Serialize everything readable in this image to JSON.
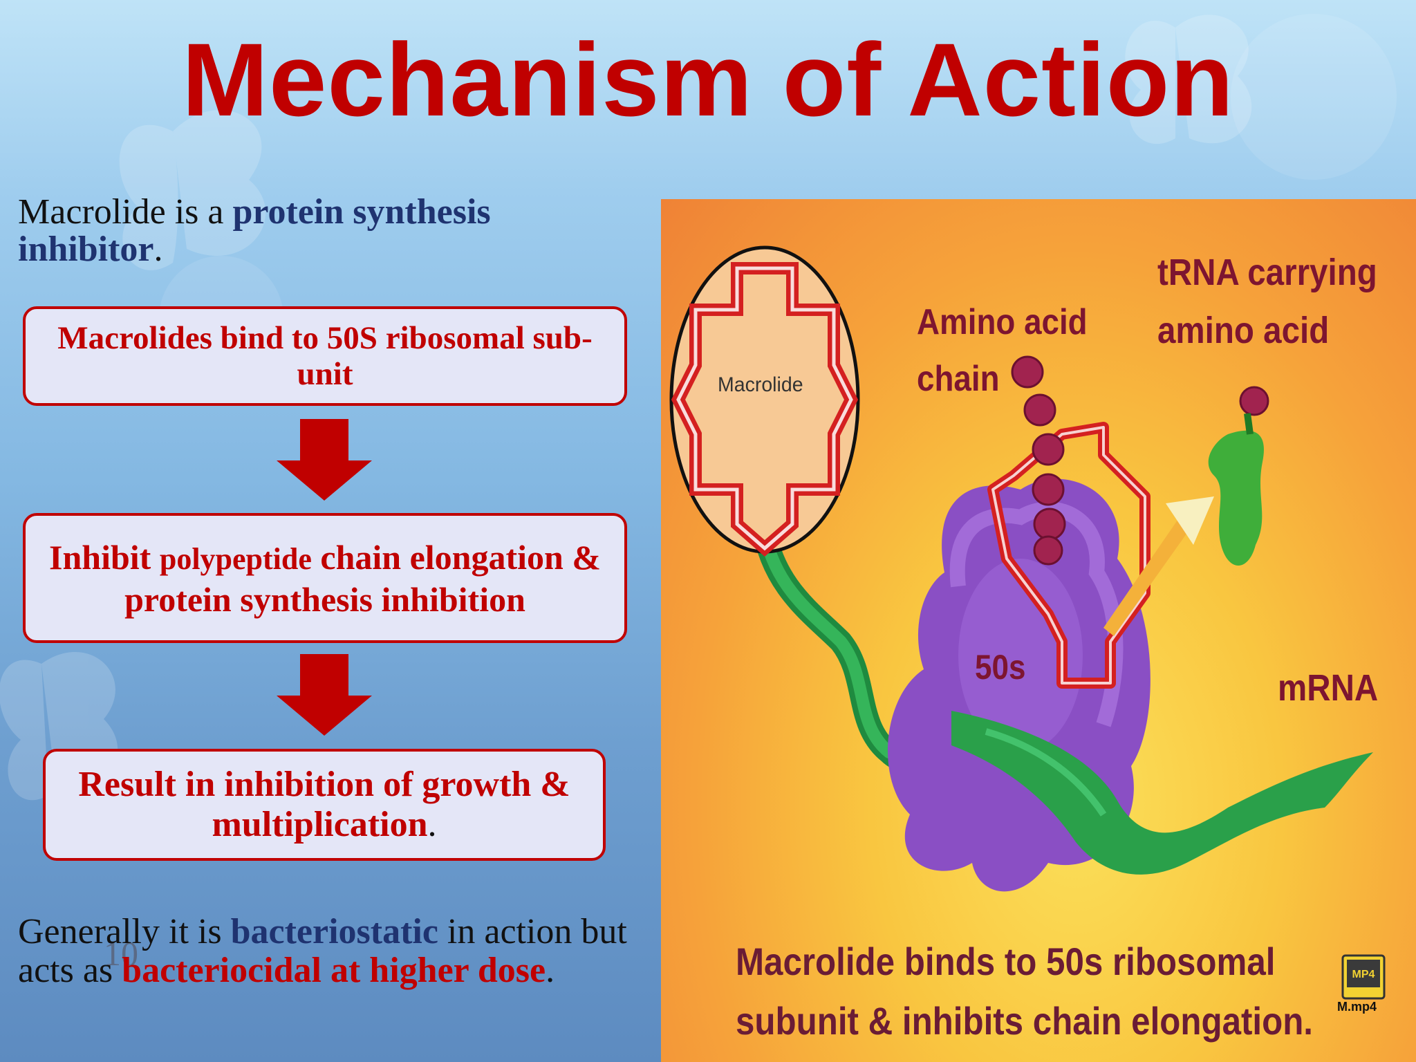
{
  "slide": {
    "title": "Mechanism of Action",
    "intro": {
      "text1": "Macrolide is a ",
      "highlight": "protein synthesis inhibitor",
      "text2": "."
    },
    "flow": {
      "box1": "Macrolides bind to 50S ribosomal sub-unit",
      "box2": {
        "part1": "Inhibit ",
        "part2": "polypeptide",
        "part3": " chain elongation & protein synthesis inhibition"
      },
      "box3": {
        "main": "Result in inhibition of growth & multiplication",
        "tail": "."
      }
    },
    "footer": {
      "text1": "Generally it is ",
      "highlight1": "bacteriostatic",
      "text2": " in action but acts as ",
      "highlight2": "bacteriocidal at higher dose",
      "text3": "."
    },
    "page_number": "10"
  },
  "figure": {
    "labels": {
      "trna_line1": "tRNA carrying",
      "trna_line2": "amino acid",
      "amino_line1": "Amino acid",
      "amino_line2": "chain",
      "macrolide": "Macrolide",
      "ribosome": "50s",
      "mrna": "mRNA",
      "caption_line1": "Macrolide binds to  50s ribosomal",
      "caption_line2": "subunit & inhibits chain elongation."
    },
    "video_badge": {
      "icon_text": "MP4",
      "filename": "M.mp4"
    }
  },
  "colors": {
    "title_red": "#c00000",
    "highlight_blue": "#1f3370",
    "box_fill": "#e4e6f7",
    "ribosome_purple": "#8a4fc4",
    "mrna_green": "#2aa04a"
  },
  "icons": [
    "down-arrow-icon",
    "video-file-icon"
  ]
}
